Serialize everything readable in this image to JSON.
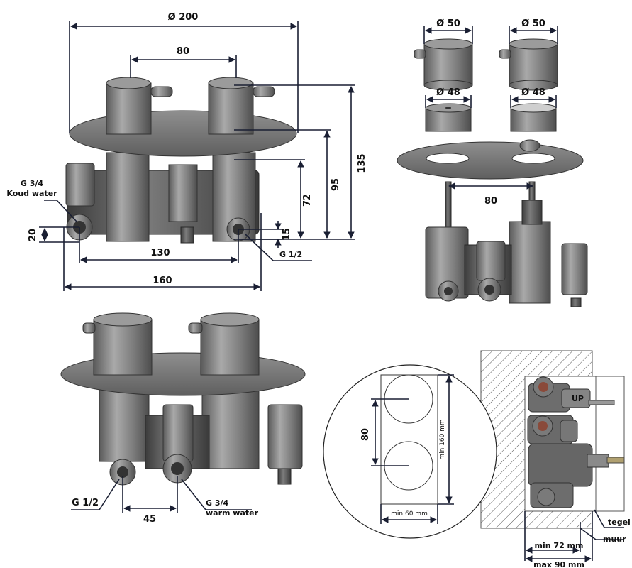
{
  "labels": {
    "top_left": {
      "diameter": "Ø 200",
      "spacing": "80",
      "h135": "135",
      "h95": "95",
      "h72": "72",
      "h20": "20",
      "h15": "15",
      "w130": "130",
      "w160": "160",
      "inlet_left_1": "G 3/4",
      "inlet_left_2": "Koud water",
      "outlet_right": "G 1/2"
    },
    "top_right": {
      "knob1_outer": "Ø 50",
      "knob2_outer": "Ø 50",
      "knob1_inner": "Ø 48",
      "knob2_inner": "Ø 48",
      "spacing": "80"
    },
    "bottom_left": {
      "g12": "G 1/2",
      "g34_1": "G 3/4",
      "g34_2": "warm water",
      "w45": "45"
    },
    "bottom_right": {
      "v80": "80",
      "min160": "min 160 mm",
      "min60": "min 60 mm",
      "tegel": "tegel",
      "muur": "muur",
      "min72": "min 72 mm",
      "max90": "max 90 mm",
      "up": "UP"
    }
  },
  "colors": {
    "line": "#1a1f33",
    "metal_light": "#a8a8a8",
    "metal_dark": "#4a4a4a"
  }
}
